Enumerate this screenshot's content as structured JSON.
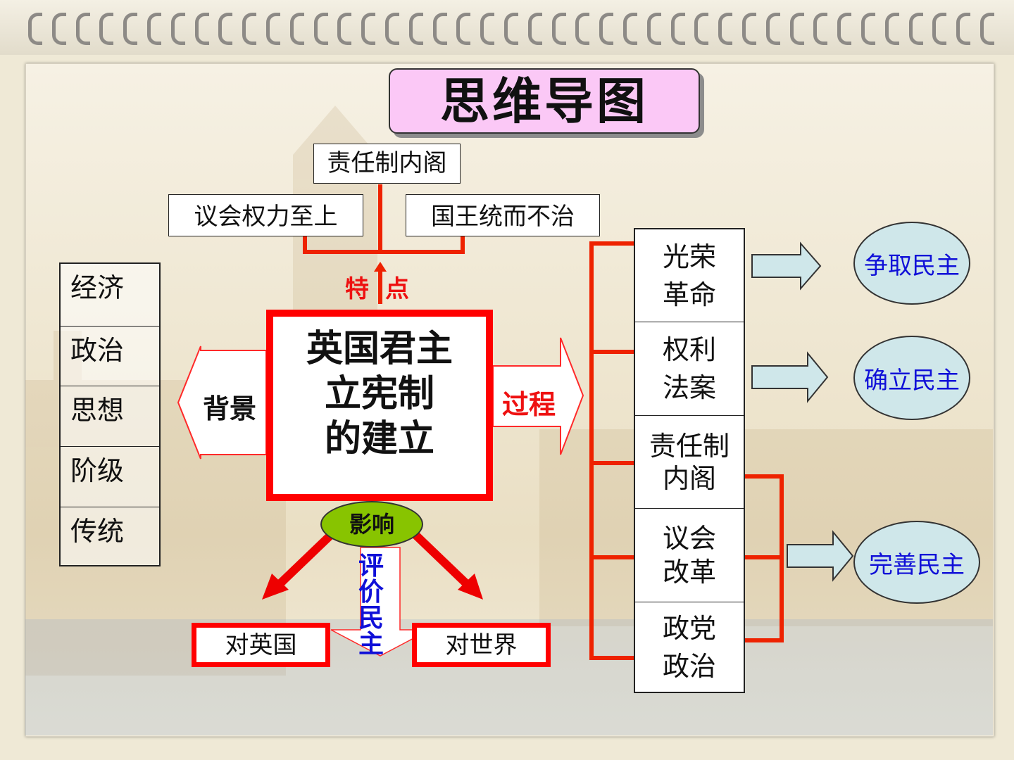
{
  "title": "思维导图",
  "features": {
    "top": "责任制内阁",
    "left": "议会权力至上",
    "right": "国王统而不治",
    "label_a": "特",
    "label_b": "点"
  },
  "background_factors": [
    "经济",
    "政治",
    "思想",
    "阶级",
    "传统"
  ],
  "background_label": "背景",
  "center": {
    "line1": "英国君主",
    "line2": "立宪制",
    "line3": "的建立"
  },
  "process_label": "过程",
  "process_steps": [
    {
      "l1": "光荣",
      "l2": "革命"
    },
    {
      "l1": "权利",
      "l2": "法案"
    },
    {
      "l1": "责任制",
      "l2": "内阁"
    },
    {
      "l1": "议会",
      "l2": "改革"
    },
    {
      "l1": "政党",
      "l2": "政治"
    }
  ],
  "results": [
    "争取民主",
    "确立民主",
    "完善民主"
  ],
  "influence": {
    "label": "影响",
    "left": "对英国",
    "right": "对世界",
    "evaluate": [
      "评",
      "价",
      "民",
      "主"
    ]
  },
  "colors": {
    "red": "#ff0000",
    "title_bg": "#fbc8f6",
    "ellipse_bg": "#cfe7ea",
    "blue_text": "#1010d8",
    "influence_bg": "#88c400"
  }
}
